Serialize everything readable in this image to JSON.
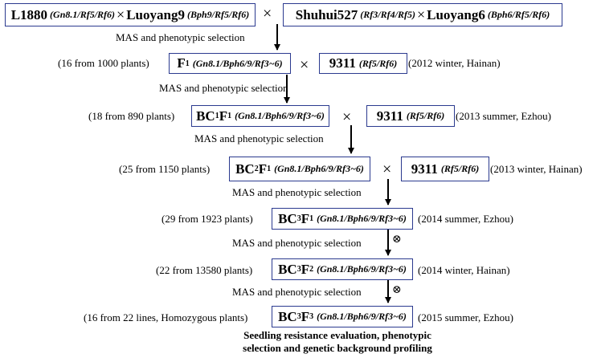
{
  "gen0": {
    "parent_a": {
      "name": "L1880",
      "genes": "(Gn8.1/Rf5/Rf6)"
    },
    "cross1": "×",
    "parent_b": {
      "name": "Luoyang9",
      "genes": "(Bph9/Rf5/Rf6)"
    },
    "cross_mid": "×",
    "parent_c": {
      "name": "Shuhui527",
      "genes": "(Rf3/Rf4/Rf5)"
    },
    "cross2": "×",
    "parent_d": {
      "name": "Luoyang6",
      "genes": "(Bph6/Rf5/Rf6)"
    }
  },
  "selection_label": "MAS and phenotypic selection",
  "generations": [
    {
      "count": "(16 from 1000 plants)",
      "gen_main": "F",
      "gen_sub": "1",
      "genes": "(Gn8.1/Bph6/9/Rf3~6)",
      "recurrent": {
        "name": "9311",
        "genes": "(Rf5/Rf6)"
      },
      "cross": "×",
      "note": "(2012 winter, Hainan)"
    },
    {
      "count": "(18 from 890 plants)",
      "gen_main": "BC",
      "gen_sub": "1",
      "gen_main2": "F",
      "gen_sub2": "1",
      "genes": "(Gn8.1/Bph6/9/Rf3~6)",
      "recurrent": {
        "name": "9311",
        "genes": "(Rf5/Rf6)"
      },
      "cross": "×",
      "note": "(2013 summer, Ezhou)"
    },
    {
      "count": "(25 from 1150 plants)",
      "gen_main": "BC",
      "gen_sub": "2",
      "gen_main2": "F",
      "gen_sub2": "1",
      "genes": "(Gn8.1/Bph6/9/Rf3~6)",
      "recurrent": {
        "name": "9311",
        "genes": "(Rf5/Rf6)"
      },
      "cross": "×",
      "note": "(2013 winter, Hainan)"
    },
    {
      "count": "(29 from 1923 plants)",
      "gen_main": "BC",
      "gen_sub": "3",
      "gen_main2": "F",
      "gen_sub2": "1",
      "genes": "(Gn8.1/Bph6/9/Rf3~6)",
      "note": "(2014 summer, Ezhou)",
      "selfing": "⊗"
    },
    {
      "count": "(22 from 13580 plants)",
      "gen_main": "BC",
      "gen_sub": "3",
      "gen_main2": "F",
      "gen_sub2": "2",
      "genes": "(Gn8.1/Bph6/9/Rf3~6)",
      "note": "(2014 winter, Hainan)",
      "selfing": "⊗"
    },
    {
      "count": "(16 from 22 lines, Homozygous plants)",
      "gen_main": "BC",
      "gen_sub": "3",
      "gen_main2": "F",
      "gen_sub2": "3",
      "genes": "(Gn8.1/Bph6/9/Rf3~6)",
      "note": "(2015 summer, Ezhou)"
    }
  ],
  "final_step": {
    "line1": "Seedling resistance evaluation, phenotypic",
    "line2": "selection and genetic background profiling"
  }
}
